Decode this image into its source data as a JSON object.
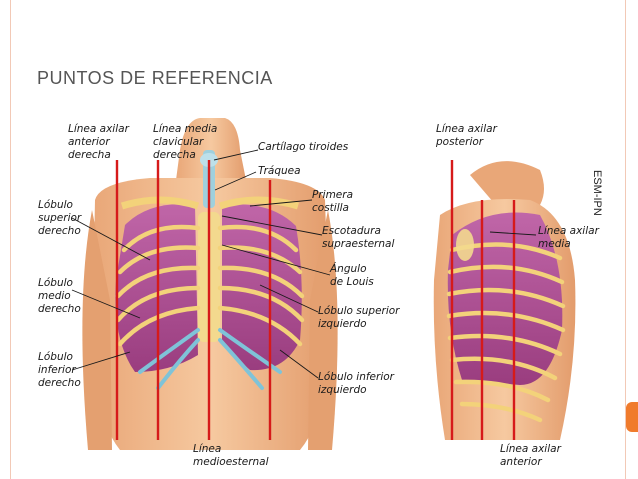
{
  "slide": {
    "title": "Puntos de referencia",
    "watermark": "ESM-IPN"
  },
  "front": {
    "labels": {
      "axilar_anterior_derecha": [
        "Línea axilar",
        "anterior",
        "derecha"
      ],
      "media_clavicular_derecha": [
        "Línea media",
        "clavicular",
        "derecha"
      ],
      "cartilago_tiroides": [
        "Cartílago tiroides"
      ],
      "traquea": [
        "Tráquea"
      ],
      "primera_costilla": [
        "Primera",
        "costilla"
      ],
      "escotadura": [
        "Escotadura",
        "supraesternal"
      ],
      "angulo_louis": [
        "Ángulo",
        "de Louis"
      ],
      "lobulo_sup_izq": [
        "Lóbulo superior",
        "izquierdo"
      ],
      "lobulo_inf_izq": [
        "Lóbulo inferior",
        "izquierdo"
      ],
      "linea_medioesternal": [
        "Línea",
        "medioesternal"
      ],
      "lobulo_sup_der": [
        "Lóbulo",
        "superior",
        "derecho"
      ],
      "lobulo_medio_der": [
        "Lóbulo",
        "medio",
        "derecho"
      ],
      "lobulo_inf_der": [
        "Lóbulo",
        "inferior",
        "derecho"
      ]
    }
  },
  "side": {
    "labels": {
      "axilar_posterior": [
        "Línea axilar",
        "posterior"
      ],
      "axilar_media": [
        "Línea axilar",
        "media"
      ],
      "axilar_anterior": [
        "Línea axilar",
        "anterior"
      ]
    }
  },
  "colors": {
    "reference_line": "#d61a1a",
    "skin": "#f1b98a",
    "lung": "#a8488c",
    "rib": "#f3d27a",
    "cartilage": "#7fc3d8",
    "accent": "#f07b2c"
  }
}
